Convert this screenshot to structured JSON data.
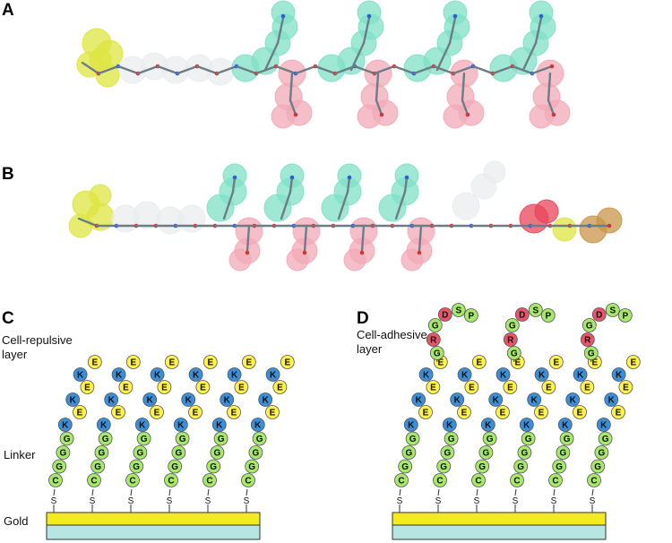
{
  "panels": {
    "A": {
      "letter": "A"
    },
    "B": {
      "letter": "B"
    },
    "C": {
      "letter": "C",
      "layer_label_line1": "Cell-repulsive",
      "layer_label_line2": "layer",
      "linker_label": "Linker",
      "substrate_label": "Gold",
      "chain_sequence_top_to_bottom": [
        "E",
        "K",
        "E",
        "K",
        "E",
        "K",
        "G",
        "G",
        "G",
        "C"
      ],
      "anchor_atom": "S",
      "chain_count": 6
    },
    "D": {
      "letter": "D",
      "layer_label_line1": "Cell-adhesive",
      "layer_label_line2": "layer",
      "chain_sequence_top_to_bottom": [
        "E",
        "K",
        "E",
        "K",
        "E",
        "K",
        "G",
        "G",
        "G",
        "C"
      ],
      "rgd_loop": [
        "G",
        "R",
        "G",
        "D",
        "S",
        "P"
      ],
      "anchor_atom": "S",
      "chain_count": 6,
      "rgd_chain_count": 3
    }
  },
  "colors": {
    "glu_yellow": "#fff24a",
    "lys_blue": "#3a8fd8",
    "gly_green": "#a6e86a",
    "cys_green": "#a6e86a",
    "arg_red": "#e8556a",
    "asp_red": "#e8556a",
    "ser_green": "#a6e86a",
    "pro_green": "#a6e86a",
    "gold_bar": "#f3ea20",
    "base_bar": "#b7e6e2",
    "mol_teal": "#7fe0c6",
    "mol_white": "#e9ecef",
    "mol_pink": "#f2aab7",
    "mol_yellow": "#dde640",
    "mol_red": "#e8465a",
    "mol_brown": "#c8964a"
  }
}
